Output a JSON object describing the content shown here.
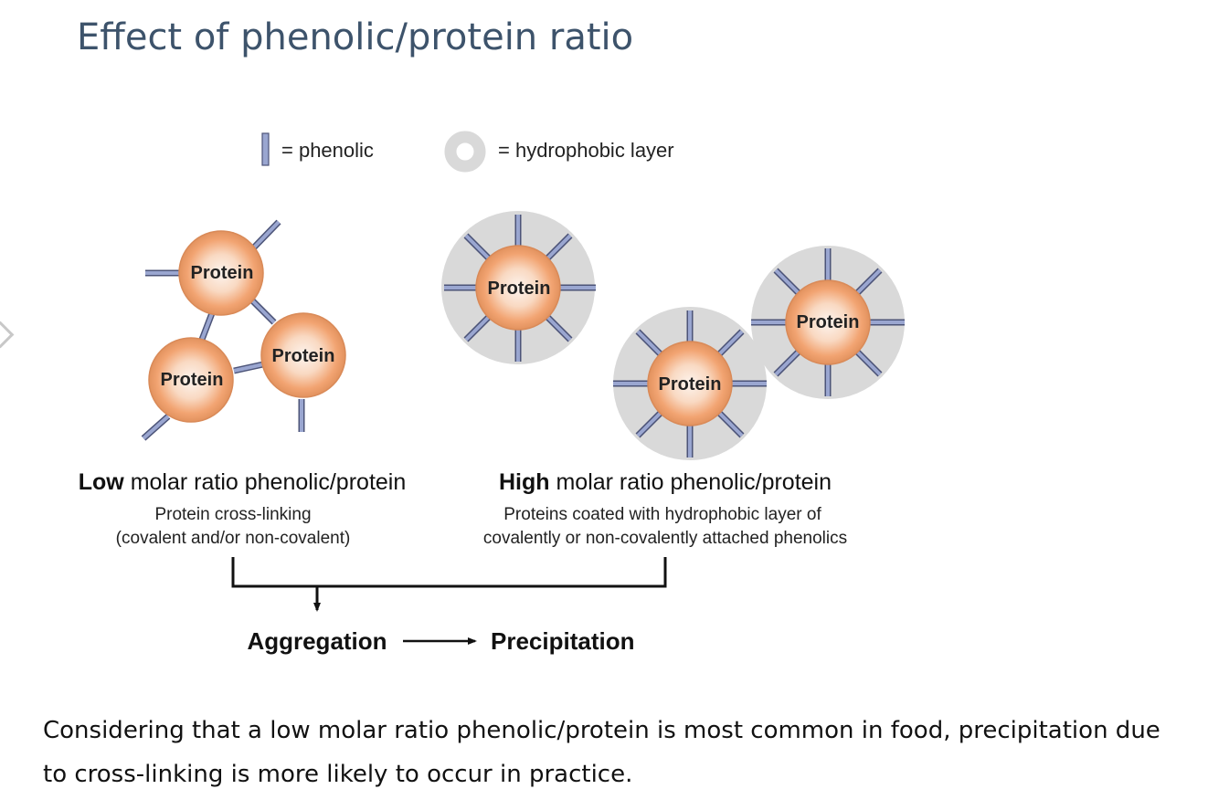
{
  "title": "Effect of phenolic/protein ratio",
  "legend": {
    "phenolic": "= phenolic",
    "hydrophobic": "= hydrophobic layer"
  },
  "protein_label": "Protein",
  "low": {
    "bold": "Low",
    "rest": " molar ratio phenolic/protein",
    "line1": "Protein cross-linking",
    "line2": "(covalent and/or non-covalent)"
  },
  "high": {
    "bold": "High",
    "rest": " molar ratio phenolic/protein",
    "line1": "Proteins coated with hydrophobic layer of",
    "line2": "covalently or non-covalently attached phenolics"
  },
  "flow": {
    "aggregation": "Aggregation",
    "precipitation": "Precipitation"
  },
  "note": "Considering that a low molar ratio phenolic/protein is most common in food, precipitation due to cross-linking is more likely to occur in practice.",
  "colors": {
    "title": "#3d536b",
    "phenolic_fill": "#9aa6d0",
    "phenolic_stroke": "#4c5478",
    "hydrophobic_layer": "#d9d9d9",
    "protein_mid": "#f2a472",
    "protein_edge": "#d98a58"
  }
}
